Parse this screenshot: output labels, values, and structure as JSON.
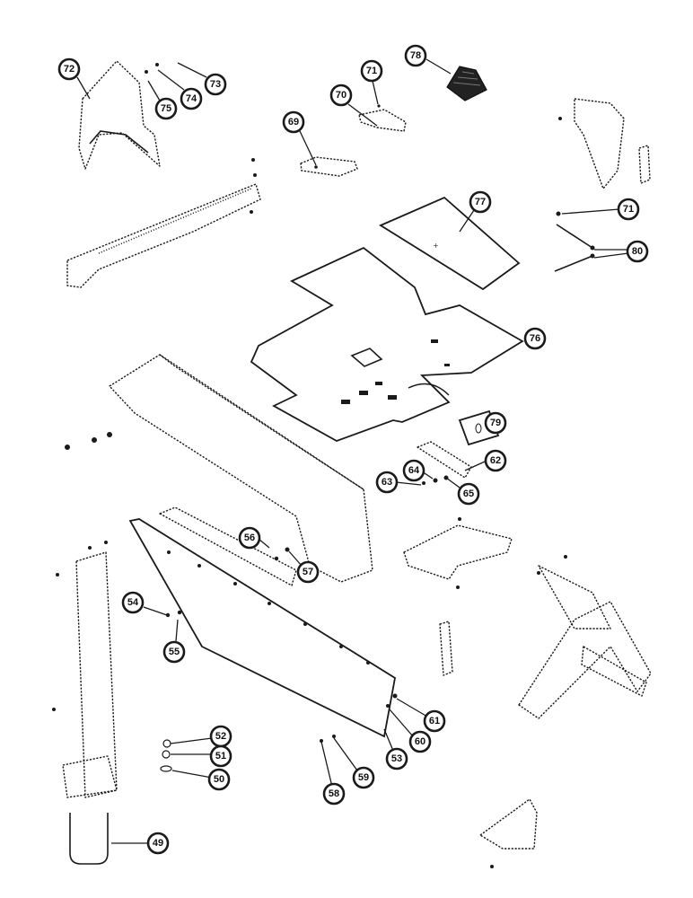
{
  "callouts": [
    {
      "id": "c72",
      "label": "72"
    },
    {
      "id": "c75",
      "label": "75"
    },
    {
      "id": "c74",
      "label": "74"
    },
    {
      "id": "c73",
      "label": "73"
    },
    {
      "id": "c71a",
      "label": "71"
    },
    {
      "id": "c78",
      "label": "78"
    },
    {
      "id": "c70",
      "label": "70"
    },
    {
      "id": "c69",
      "label": "69"
    },
    {
      "id": "c77",
      "label": "77"
    },
    {
      "id": "c71b",
      "label": "71"
    },
    {
      "id": "c80",
      "label": "80"
    },
    {
      "id": "c76",
      "label": "76"
    },
    {
      "id": "c79",
      "label": "79"
    },
    {
      "id": "c62",
      "label": "62"
    },
    {
      "id": "c64",
      "label": "64"
    },
    {
      "id": "c63",
      "label": "63"
    },
    {
      "id": "c65",
      "label": "65"
    },
    {
      "id": "c56",
      "label": "56"
    },
    {
      "id": "c57",
      "label": "57"
    },
    {
      "id": "c54",
      "label": "54"
    },
    {
      "id": "c55",
      "label": "55"
    },
    {
      "id": "c61",
      "label": "61"
    },
    {
      "id": "c60",
      "label": "60"
    },
    {
      "id": "c52",
      "label": "52"
    },
    {
      "id": "c51",
      "label": "51"
    },
    {
      "id": "c50",
      "label": "50"
    },
    {
      "id": "c53",
      "label": "53"
    },
    {
      "id": "c59",
      "label": "59"
    },
    {
      "id": "c58",
      "label": "58"
    },
    {
      "id": "c49",
      "label": "49"
    }
  ]
}
